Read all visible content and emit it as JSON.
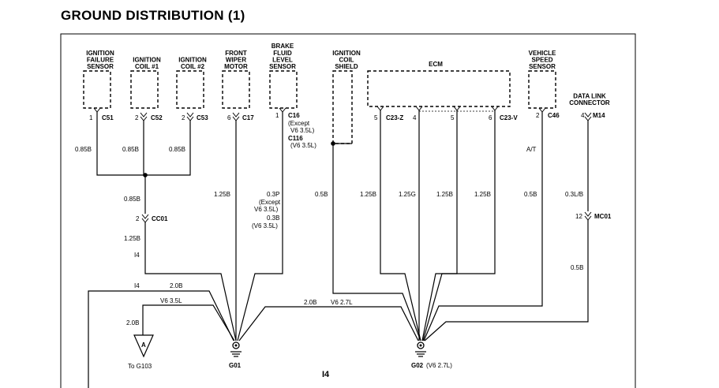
{
  "title": "GROUND DISTRIBUTION (1)",
  "page_code": "I4",
  "components": {
    "ign_failure": [
      "IGNITION",
      "FAILURE",
      "SENSOR"
    ],
    "ign_coil1": [
      "IGNITION",
      "COIL #1"
    ],
    "ign_coil2": [
      "IGNITION",
      "COIL #2"
    ],
    "front_wiper": [
      "FRONT",
      "WIPER",
      "MOTOR"
    ],
    "brake_fluid": [
      "BRAKE",
      "FLUID",
      "LEVEL",
      "SENSOR"
    ],
    "ign_coil_shield": [
      "IGNITION",
      "COIL",
      "SHIELD"
    ],
    "ecm": "ECM",
    "vss": [
      "VEHICLE",
      "SPEED",
      "SENSOR"
    ],
    "dlc": [
      "DATA LINK",
      "CONNECTOR"
    ]
  },
  "connectors": {
    "c51": "C51",
    "c52": "C52",
    "c53": "C53",
    "c17": "C17",
    "c16": "C16",
    "c16_note": [
      "(Except",
      "V6 3.5L)"
    ],
    "c116": "C116",
    "c116_note": "(V6 3.5L)",
    "c23z": "C23-Z",
    "c23v": "C23-V",
    "c46": "C46",
    "m14": "M14",
    "cc01": "CC01",
    "mc01": "MC01"
  },
  "pins": {
    "c51": "1",
    "c52": "2",
    "c53": "2",
    "c17": "6",
    "c16": "1",
    "ecm1": "5",
    "ecm2": "4",
    "ecm3": "5",
    "ecm4": "6",
    "c46": "2",
    "m14": "4",
    "cc01": "2",
    "mc01": "12"
  },
  "wires": {
    "c51": "0.85B",
    "c52": "0.85B",
    "c53": "0.85B",
    "junction_down": "0.85B",
    "c17": "1.25B",
    "c16": [
      "0.3P",
      "(Except",
      "V6 3.5L)",
      "0.3B",
      "(V6 3.5L)"
    ],
    "shield": "0.5B",
    "ecm1": "1.25B",
    "ecm2": "1.25G",
    "ecm3": "1.25B",
    "ecm4": "1.25B",
    "vss": "0.5B",
    "vss_note": "A/T",
    "dlc": "0.3L/B",
    "mc01_down": "0.5B",
    "cc01_down": "1.25B",
    "cc01_code": "I4",
    "left_code": "I4",
    "left_wire": "2.0B",
    "v6_left": "V6 3.5L",
    "to_g103_wire": "2.0B",
    "mid_wire": "2.0B",
    "v6_mid": "V6 2.7L"
  },
  "grounds": {
    "g01": "G01",
    "g02": "G02",
    "g02_note": "(V6 2.7L)",
    "offpage_letter": "A",
    "offpage_label": "To G103"
  }
}
